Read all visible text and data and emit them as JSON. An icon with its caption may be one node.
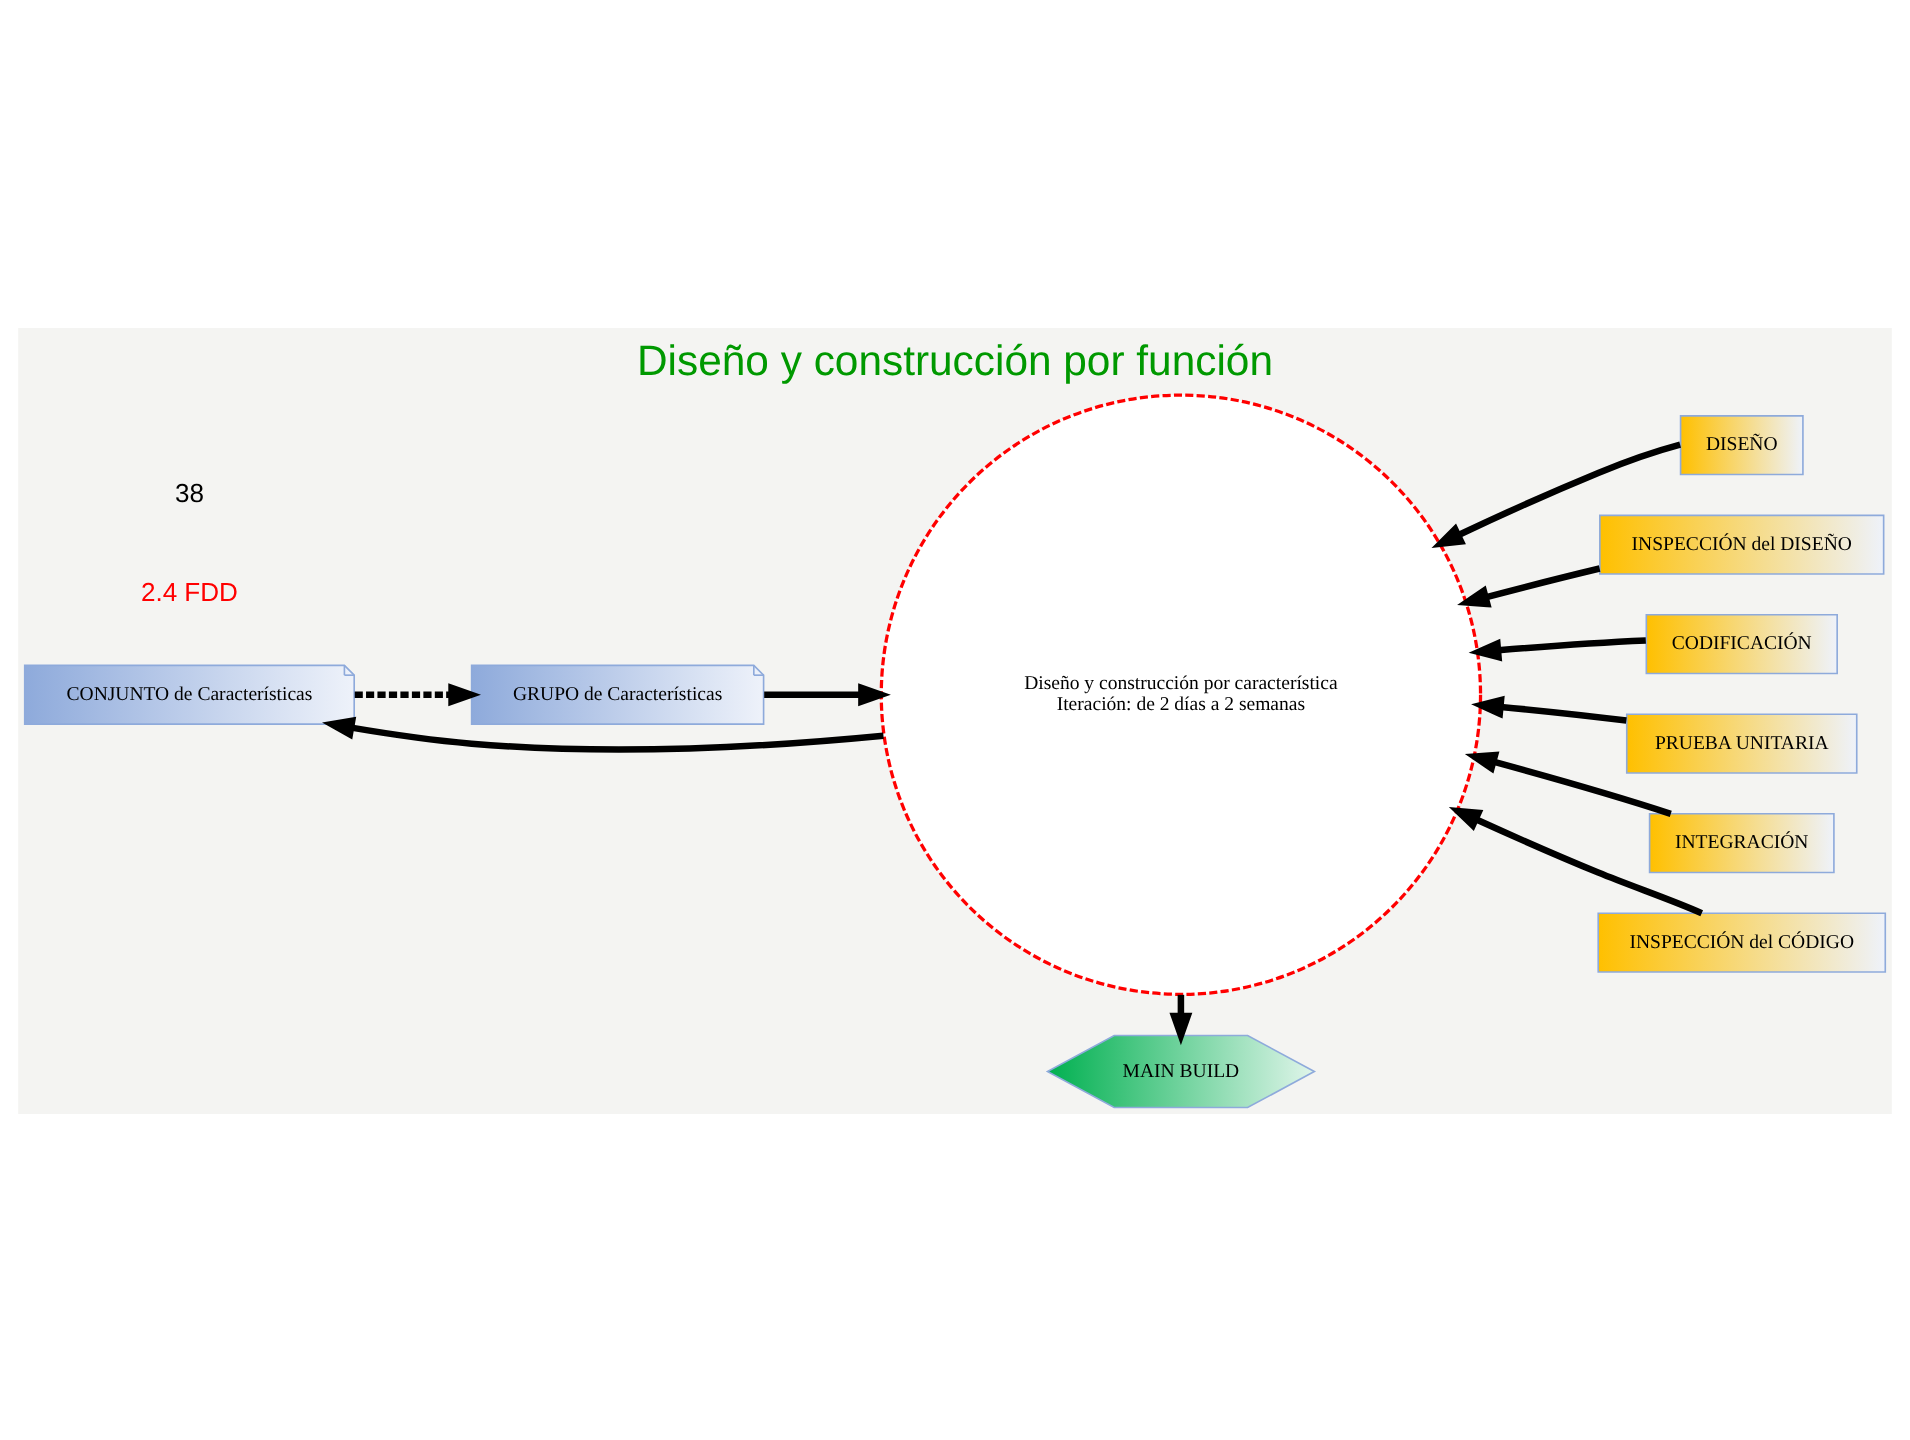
{
  "diagram": {
    "title": "Diseño y construcción por función",
    "nodes": [
      {
        "text": [
          "CONJUNTO de Características"
        ]
      },
      {
        "text": [
          "GRUPO de Características"
        ]
      },
      {
        "text": [
          "Diseño y construcción por característica",
          "Iteración: de 2 días a 2 semanas"
        ]
      },
      {
        "text": [
          "DISEÑO"
        ]
      },
      {
        "text": [
          "INSPECCIÓN del DISEÑO"
        ]
      },
      {
        "text": [
          "CODIFICACIÓN"
        ]
      },
      {
        "text": [
          "PRUEBA UNITARIA"
        ]
      },
      {
        "text": [
          "INTEGRACIÓN"
        ]
      },
      {
        "text": [
          "INSPECCIÓN del CÓDIGO"
        ]
      },
      {
        "text": [
          "MAIN BUILD"
        ]
      }
    ],
    "edges": [
      {
        "from": 0,
        "to": 1,
        "arrow": "to",
        "style": "dashed"
      },
      {
        "from": 1,
        "to": 2,
        "arrow": "to"
      },
      {
        "from": 3,
        "to": 2,
        "arrow": "to"
      },
      {
        "from": 4,
        "to": 2,
        "arrow": "to"
      },
      {
        "from": 5,
        "to": 2,
        "arrow": "to"
      },
      {
        "from": 6,
        "to": 2,
        "arrow": "to"
      },
      {
        "from": 7,
        "to": 2,
        "arrow": "to"
      },
      {
        "from": 8,
        "to": 2,
        "arrow": "to"
      },
      {
        "from": 2,
        "to": 9,
        "arrow": "to"
      },
      {
        "from": 2,
        "to": 0,
        "arrow": "to"
      }
    ],
    "labels": [
      "2.4 FDD",
      "38"
    ]
  }
}
